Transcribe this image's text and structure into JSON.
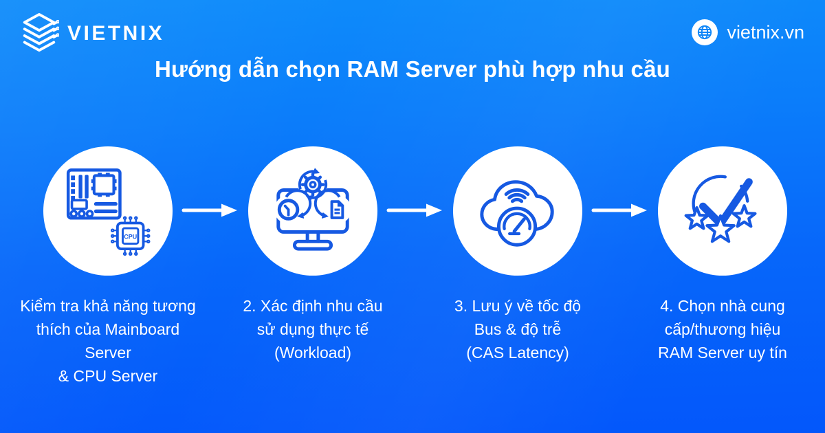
{
  "brand": {
    "logo_text": "VIETNIX",
    "website": "vietnix.vn"
  },
  "title": "Hướng dẫn chọn RAM Server phù hợp nhu cầu",
  "steps": [
    {
      "icon": "mainboard-cpu-icon",
      "chip_label": "CPU",
      "caption_lines": [
        "Kiểm tra khả năng tương",
        "thích của Mainboard",
        "Server",
        "& CPU Server"
      ]
    },
    {
      "icon": "workload-monitor-icon",
      "caption_lines": [
        "2. Xác định nhu cầu",
        "sử dụng thực tế",
        "(Workload)"
      ]
    },
    {
      "icon": "cloud-bus-speed-icon",
      "caption_lines": [
        "3. Lưu ý về tốc độ",
        "Bus & độ trễ",
        "(CAS Latency)"
      ]
    },
    {
      "icon": "brand-rating-check-icon",
      "caption_lines": [
        "4. Chọn nhà cung",
        "cấp/thương hiệu",
        "RAM Server uy tín"
      ]
    }
  ],
  "colors": {
    "background_top": "#0E8CFA",
    "background_bottom": "#0357FB",
    "icon_blue": "#1659E2",
    "white": "#FFFFFF"
  }
}
